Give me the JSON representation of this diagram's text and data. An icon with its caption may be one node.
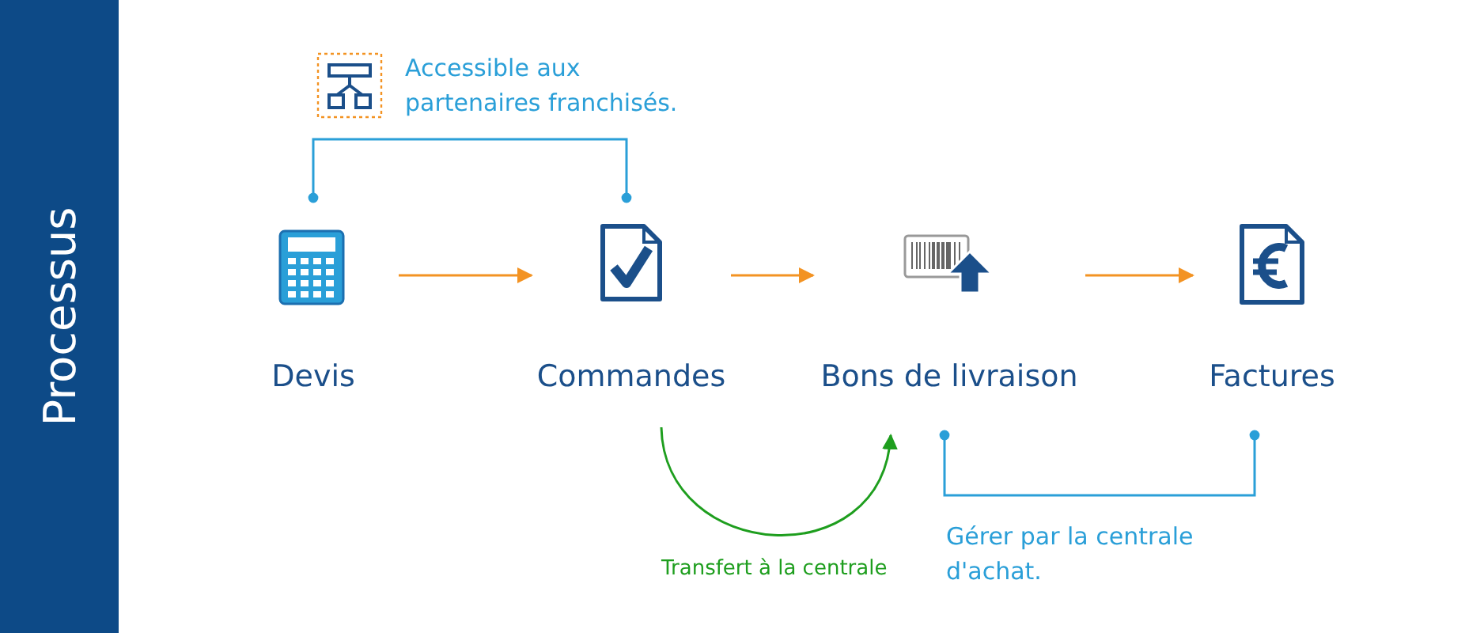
{
  "diagram": {
    "nodes": [
      {
        "text": [
          "Processus"
        ]
      },
      {
        "text": [
          "Devis"
        ]
      },
      {
        "text": [
          "Commandes"
        ]
      },
      {
        "text": [
          "Bons de livraison"
        ]
      },
      {
        "text": [
          "Factures"
        ]
      },
      {
        "text": [
          "Accessible aux partenaires franchisés."
        ]
      },
      {
        "text": [
          "Gérer par la centrale d'achat."
        ]
      }
    ],
    "edges": [
      {
        "from": 1,
        "to": 2,
        "arrow": "to",
        "color": "#f39323"
      },
      {
        "from": 2,
        "to": 3,
        "arrow": "to",
        "color": "#f39323"
      },
      {
        "from": 3,
        "to": 4,
        "arrow": "to",
        "color": "#f39323"
      },
      {
        "from": 2,
        "to": 3,
        "arrow": "to",
        "label": "Transfert à la centrale",
        "color": "#1e9e1e"
      },
      {
        "from": 5,
        "to": 1,
        "arrow": "other"
      },
      {
        "from": 5,
        "to": 2,
        "arrow": "other"
      },
      {
        "from": 6,
        "to": 3,
        "arrow": "other"
      },
      {
        "from": 6,
        "to": 4,
        "arrow": "other"
      }
    ]
  }
}
